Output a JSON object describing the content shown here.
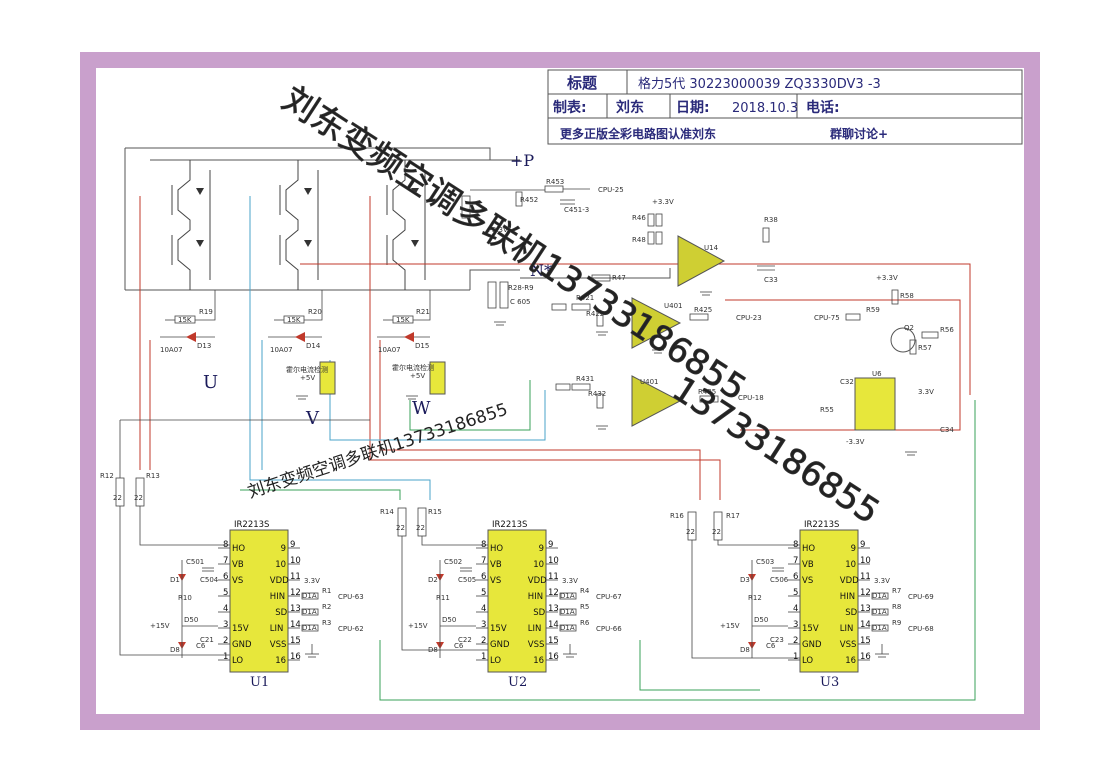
{
  "title_block": {
    "title_label": "标题",
    "title_value": "格力5代 30223000039 ZQ3330DV3 -3",
    "maker_label": "制表:",
    "maker_value": "刘东",
    "date_label": "日期:",
    "date_value": "2018.10.3",
    "phone_label": "电话:",
    "footer_left": "更多正版全彩电路图认准刘东",
    "footer_right": "群聊讨论+"
  },
  "nodes": {
    "p": "+P",
    "n": "N*",
    "u": "U",
    "v": "V",
    "w": "W"
  },
  "top_parts": {
    "r453": "R453",
    "cpu25": "CPU-25",
    "r452": "R452",
    "c451": "C451-3",
    "v33": "+3.3V",
    "r46": "R46",
    "r47": "R47",
    "r48": "R48",
    "v33b": "+3.3V",
    "r38": "R38",
    "u14": "U14",
    "c33": "C33",
    "r28": "R28-R9",
    "c605": "C 605",
    "r421": "R421",
    "r422": "R422",
    "u401": "U401",
    "r425": "R425",
    "cpu23": "CPU-23",
    "r431": "R431",
    "r432": "R432",
    "u402": "U401",
    "r435": "R435",
    "cpu18": "CPU-18",
    "v33c": "+3.3V",
    "r58": "R58",
    "cpu75": "CPU-75",
    "r59": "R59",
    "q2": "Q2",
    "r56": "R56",
    "r57": "R57",
    "c32": "C32",
    "u6": "U6",
    "r55": "R55",
    "c34": "C34",
    "n33": "-3.3V",
    "v33d": "3.3V",
    "r19": "R19",
    "r20": "R20",
    "r21": "R21",
    "k15": "15K",
    "d13": "D13",
    "d14": "D14",
    "d15": "D15",
    "d10a": "10A07",
    "hall": "霍尔电流检测",
    "p5v": "+5V"
  },
  "res": {
    "r12": "R12",
    "r13": "R13",
    "r14": "R14",
    "r15": "R15",
    "r16": "R16",
    "r17": "R17",
    "v22": "22"
  },
  "ic_common": {
    "name": "IR2213S",
    "pins_left": [
      "HO",
      "VB",
      "VS",
      "",
      "",
      "15V",
      "GND",
      "LO"
    ],
    "pins_right": [
      "9",
      "10",
      "VDD",
      "HIN",
      "SD",
      "LIN",
      "VSS",
      "16"
    ],
    "nums_left": [
      "8",
      "7",
      "6",
      "5",
      "4",
      "3",
      "2",
      "1"
    ],
    "nums_right": [
      "9",
      "10",
      "11",
      "12",
      "13",
      "14",
      "15",
      "16"
    ],
    "p15v": "+15V",
    "d50": "D50",
    "v33": "3.3V",
    "d1a": "D1A"
  },
  "ics": [
    {
      "ref": "U1",
      "c_a": "C501",
      "c_b": "C504",
      "d": "D1",
      "r": "R10",
      "d8": "D8",
      "c6": "C6",
      "c21": "C21",
      "r1": "R1",
      "r2": "R2",
      "r3": "R3",
      "cpu1": "CPU-63",
      "cpu2": "CPU-62"
    },
    {
      "ref": "U2",
      "c_a": "C502",
      "c_b": "C505",
      "d": "D2",
      "r": "R11",
      "d8": "D8",
      "c6": "C6",
      "c21": "C22",
      "r1": "R4",
      "r2": "R5",
      "r3": "R6",
      "cpu1": "CPU-67",
      "cpu2": "CPU-66"
    },
    {
      "ref": "U3",
      "c_a": "C503",
      "c_b": "C506",
      "d": "D3",
      "r": "R12",
      "d8": "D8",
      "c6": "C6",
      "c21": "C23",
      "r1": "R7",
      "r2": "R8",
      "r3": "R9",
      "cpu1": "CPU-69",
      "cpu2": "CPU-68"
    }
  ],
  "watermarks": {
    "w1": "刘东变频空调多联机13733186855",
    "w2": "刘东变频空调多联机13733186855",
    "w3": "13733186855"
  },
  "colors": {
    "frame": "#c9a0cc",
    "red": "#c0392b",
    "blue": "#4aa3c8",
    "green": "#3aa05a",
    "opamp": "#cfcf33",
    "ic": "#e7e73b"
  }
}
